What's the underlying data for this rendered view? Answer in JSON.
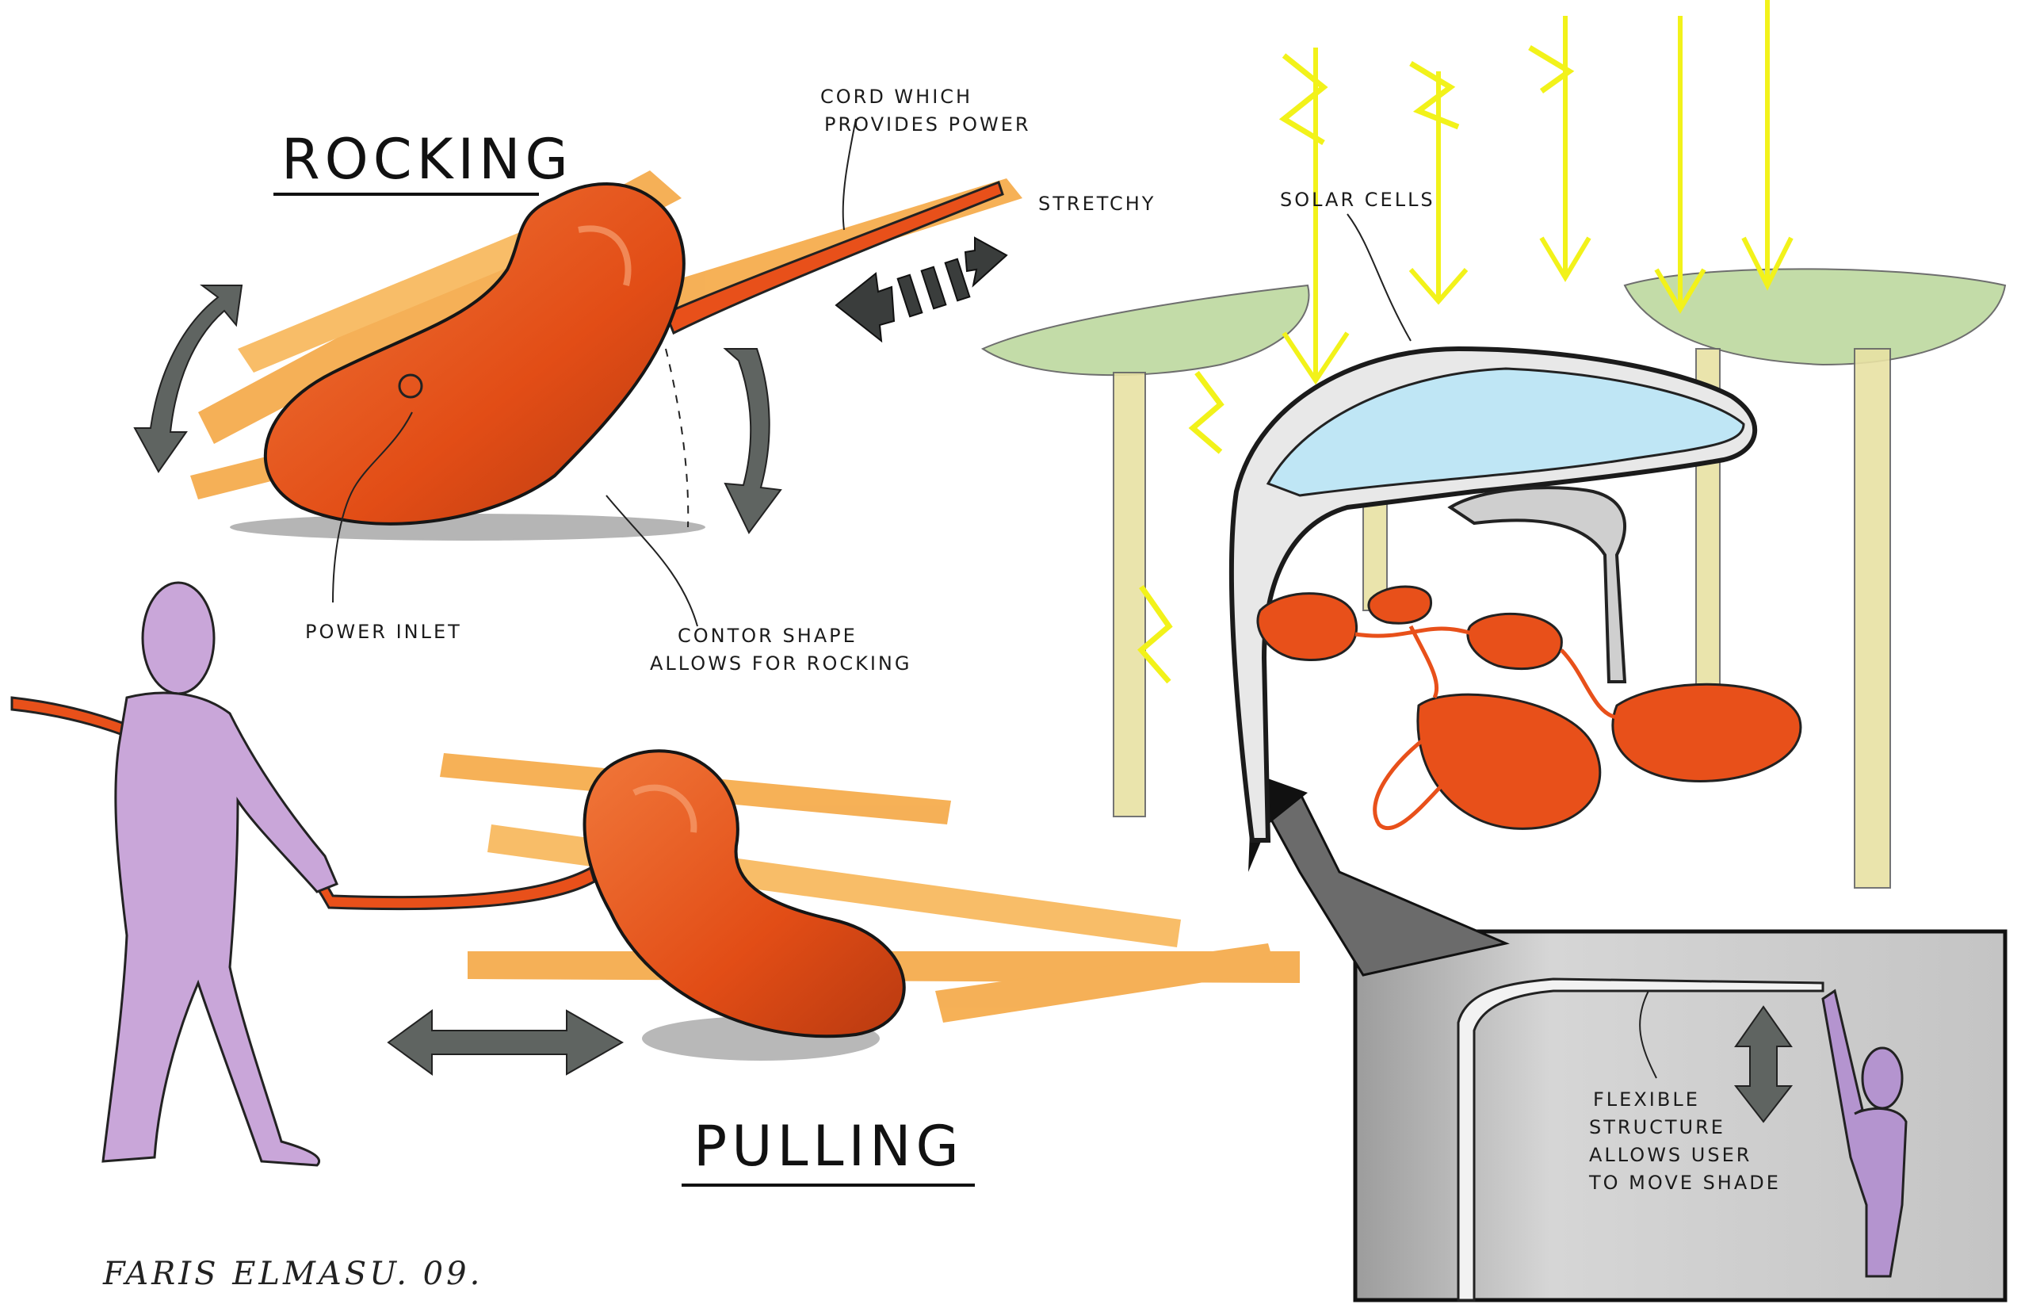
{
  "titles": {
    "rocking": "ROCKING",
    "pulling": "PULLING"
  },
  "annotations": {
    "cord": [
      "CORD WHICH",
      "PROVIDES POWER"
    ],
    "stretchy": "STRETCHY",
    "power_inlet": "POWER INLET",
    "contour": [
      "CONTOR SHAPE",
      "ALLOWS FOR ROCKING"
    ],
    "solar_cells": "SOLAR CELLS",
    "flexible": [
      "FLEXIBLE",
      "STRUCTURE",
      "ALLOWS USER",
      "TO MOVE SHADE"
    ]
  },
  "signature": "FARIS ELMASU. 09.",
  "colors": {
    "orange_body": "#e8501a",
    "orange_streak": "#f4a33a",
    "arrow_gray": "#5f6461",
    "figure_purple": "#c9a6d9",
    "solar_blue": "#bfe6f5",
    "tree_green": "#b9d79a",
    "lightning_yellow": "#f2f21a",
    "panel_gray": "#cfcfcf"
  }
}
